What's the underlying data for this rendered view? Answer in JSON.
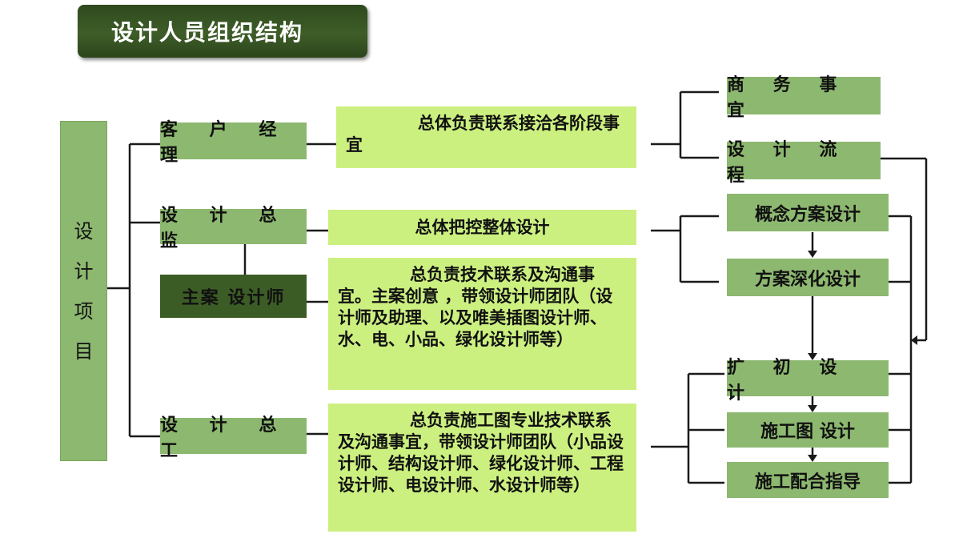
{
  "title": "设计人员组织结构",
  "root": "设计项目",
  "roles": {
    "client_manager": "客 户 经 理",
    "design_director": "设 计 总 监",
    "chief_designer": "主案 设计师",
    "design_engineer": "设 计 总 工"
  },
  "descriptions": {
    "client_manager": "总体负责联系接洽各阶段事宜",
    "design_director": "总体把控整体设计",
    "chief_designer": "总负责技术联系及沟通事宜。主案创意 ，带领设计师团队（设计师及助理、以及唯美插图设计师、水、电、小品、绿化设计师等）",
    "design_engineer": "总负责施工图专业技术联系及沟通事宜，带领设计师团队（小品设计师、结构设计师、绿化设计师、工程设计师、电设计师、水设计师等）"
  },
  "stages": {
    "business": "商 务 事 宜",
    "process": "设 计 流 程",
    "concept": "概念方案设计",
    "deepening": "方案深化设计",
    "preliminary": "扩 初 设 计",
    "construction_drawing": "施工图 设计",
    "construction_guidance": "施工配合指导"
  }
}
